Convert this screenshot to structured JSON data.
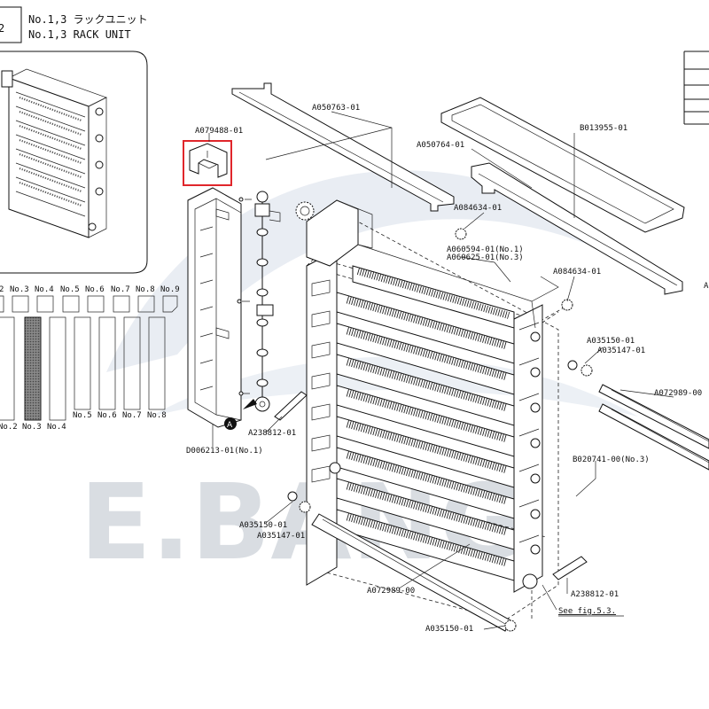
{
  "title": {
    "section_no": "2",
    "line_jp": "No.1,3 ラックユニット",
    "line_en": "No.1,3 RACK UNIT"
  },
  "watermark": "E.BANG",
  "position_labels_top": [
    "2",
    "No.3",
    "No.4",
    "No.5",
    "No.6",
    "No.7",
    "No.8",
    "No.9"
  ],
  "position_labels_bottom_left": [
    "No.2",
    "No.3",
    "No.4"
  ],
  "position_labels_bottom_right": [
    "No.5",
    "No.6",
    "No.7",
    "No.8"
  ],
  "highlight_color": "#e0262b",
  "circle_marker": "A",
  "parts": {
    "p_a079488": "A079488-01",
    "p_a050763": "A050763-01",
    "p_b013955": "B013955-01",
    "p_a050764": "A050764-01",
    "p_a084634_top": "A084634-01",
    "p_a060594": "A060594-01(No.1)",
    "p_a060625": "A060625-01(No.3)",
    "p_a084634_right": "A084634-01",
    "p_a035150_right": "A035150-01",
    "p_a035147_right": "A035147-01",
    "p_a072989_right": "A072989-00",
    "p_b020741": "B020741-00(No.3)",
    "p_a238812_left": "A238812-01",
    "p_d006213": "D006213-01(No.1)",
    "p_a035150_left": "A035150-01",
    "p_a035147_left": "A035147-01",
    "p_a072989_bottom": "A072989-00",
    "p_a238812_right": "A238812-01",
    "p_see_fig": "See fig.5.3.",
    "p_a035150_bottom": "A035150-01",
    "p_edge_a": "A"
  }
}
